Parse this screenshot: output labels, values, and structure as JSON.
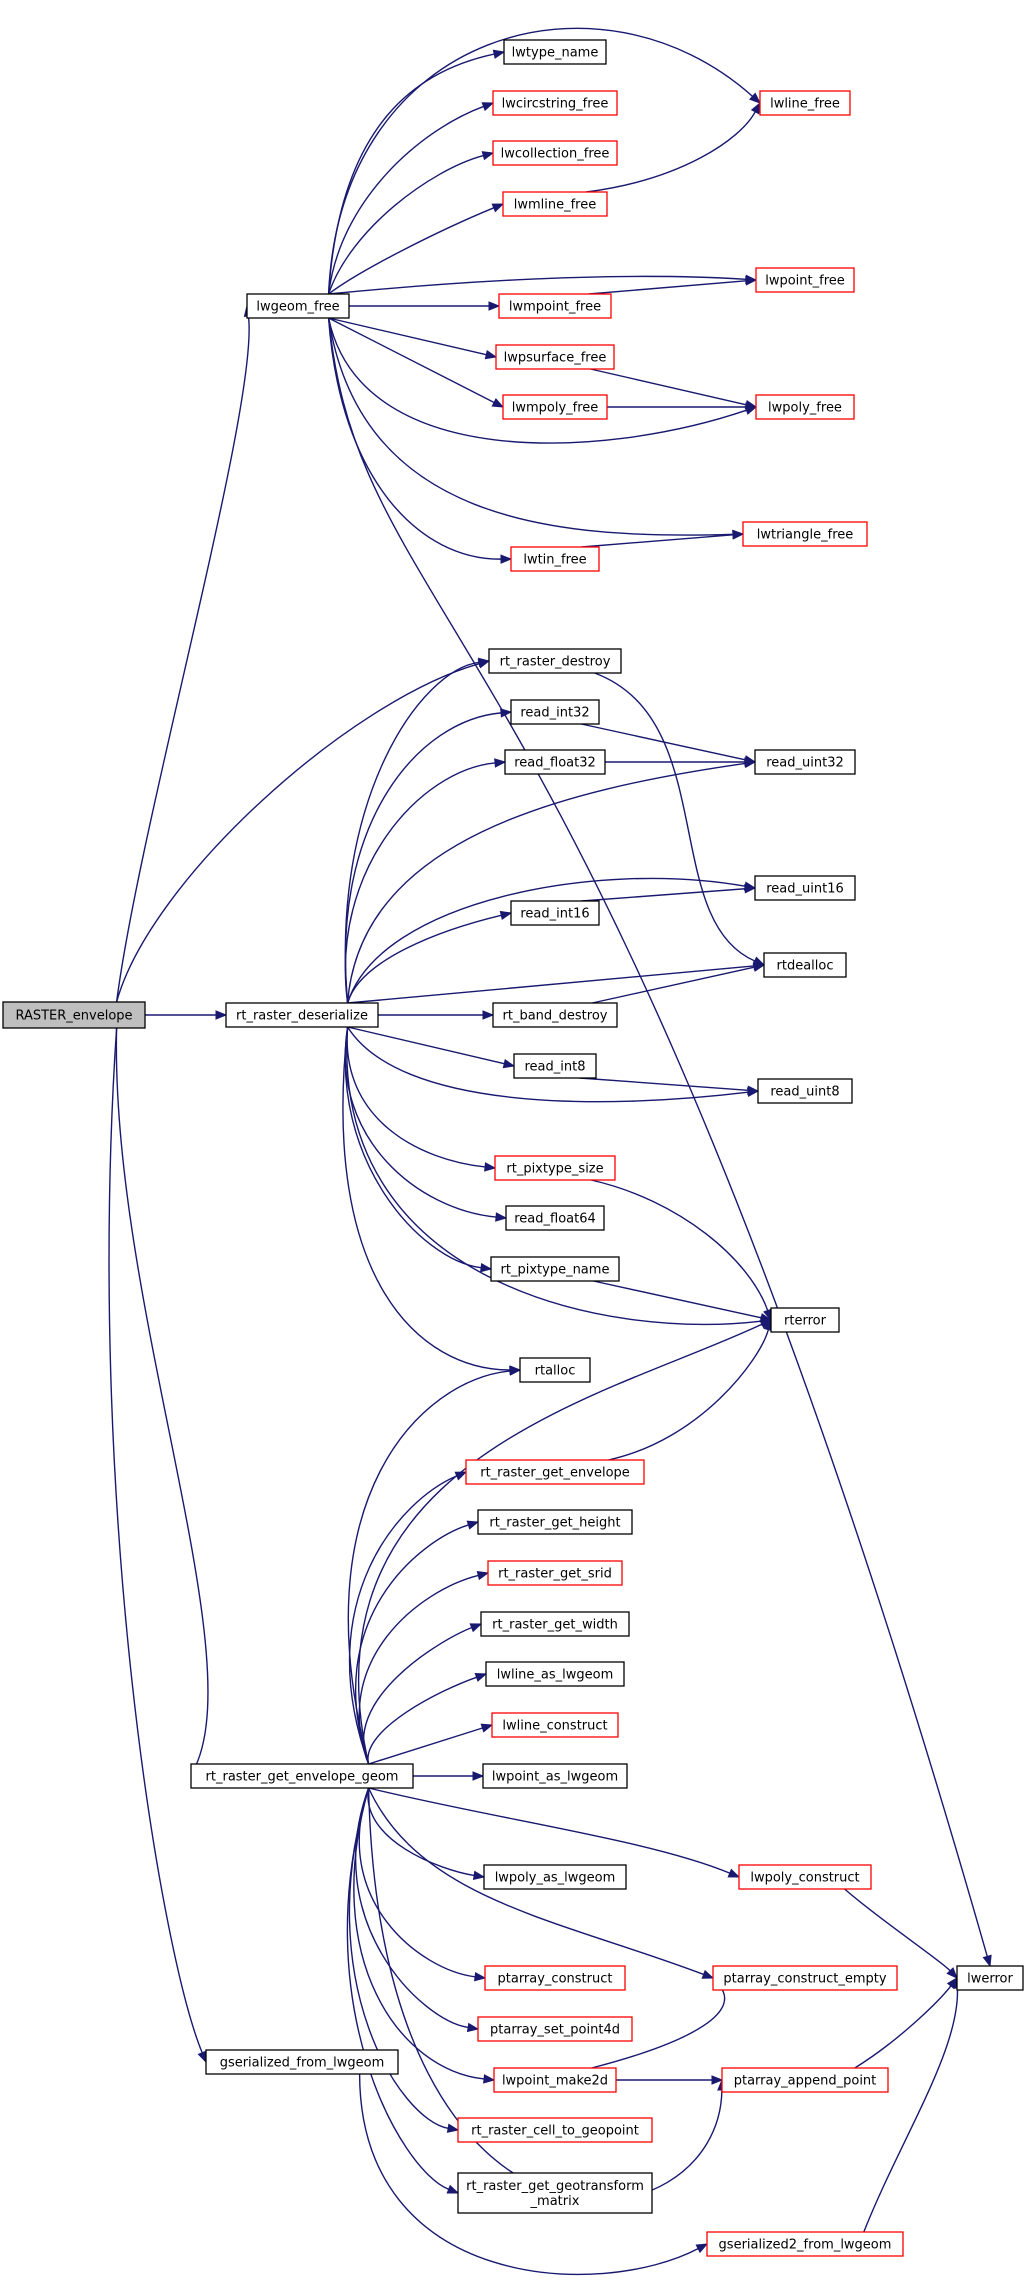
{
  "graph": {
    "nodes": {
      "RASTER_envelope": {
        "label": "RASTER_envelope",
        "style": "root"
      },
      "rt_raster_deserialize": {
        "label": "rt_raster_deserialize",
        "style": "black"
      },
      "rt_raster_get_envelope_geom": {
        "label": "rt_raster_get_envelope_geom",
        "style": "black"
      },
      "gserialized_from_lwgeom": {
        "label": "gserialized_from_lwgeom",
        "style": "black"
      },
      "lwgeom_free": {
        "label": "lwgeom_free",
        "style": "black"
      },
      "lwtype_name": {
        "label": "lwtype_name",
        "style": "black"
      },
      "lwcircstring_free": {
        "label": "lwcircstring_free",
        "style": "red"
      },
      "lwcollection_free": {
        "label": "lwcollection_free",
        "style": "red"
      },
      "lwmline_free": {
        "label": "lwmline_free",
        "style": "red"
      },
      "lwmpoint_free": {
        "label": "lwmpoint_free",
        "style": "red"
      },
      "lwpsurface_free": {
        "label": "lwpsurface_free",
        "style": "red"
      },
      "lwmpoly_free": {
        "label": "lwmpoly_free",
        "style": "red"
      },
      "lwtin_free": {
        "label": "lwtin_free",
        "style": "red"
      },
      "lwline_free": {
        "label": "lwline_free",
        "style": "red"
      },
      "lwpoint_free": {
        "label": "lwpoint_free",
        "style": "red"
      },
      "lwpoly_free": {
        "label": "lwpoly_free",
        "style": "red"
      },
      "lwtriangle_free": {
        "label": "lwtriangle_free",
        "style": "red"
      },
      "rt_raster_destroy": {
        "label": "rt_raster_destroy",
        "style": "black"
      },
      "read_int32": {
        "label": "read_int32",
        "style": "black"
      },
      "read_float32": {
        "label": "read_float32",
        "style": "black"
      },
      "read_uint32": {
        "label": "read_uint32",
        "style": "black"
      },
      "read_uint16": {
        "label": "read_uint16",
        "style": "black"
      },
      "read_int16": {
        "label": "read_int16",
        "style": "black"
      },
      "rtdealloc": {
        "label": "rtdealloc",
        "style": "black"
      },
      "rt_band_destroy": {
        "label": "rt_band_destroy",
        "style": "black"
      },
      "read_int8": {
        "label": "read_int8",
        "style": "black"
      },
      "read_uint8": {
        "label": "read_uint8",
        "style": "black"
      },
      "rt_pixtype_size": {
        "label": "rt_pixtype_size",
        "style": "red"
      },
      "read_float64": {
        "label": "read_float64",
        "style": "black"
      },
      "rt_pixtype_name": {
        "label": "rt_pixtype_name",
        "style": "black"
      },
      "rterror": {
        "label": "rterror",
        "style": "black"
      },
      "rtalloc": {
        "label": "rtalloc",
        "style": "black"
      },
      "rt_raster_get_envelope": {
        "label": "rt_raster_get_envelope",
        "style": "red"
      },
      "rt_raster_get_height": {
        "label": "rt_raster_get_height",
        "style": "black"
      },
      "rt_raster_get_srid": {
        "label": "rt_raster_get_srid",
        "style": "red"
      },
      "rt_raster_get_width": {
        "label": "rt_raster_get_width",
        "style": "black"
      },
      "lwline_as_lwgeom": {
        "label": "lwline_as_lwgeom",
        "style": "black"
      },
      "lwline_construct": {
        "label": "lwline_construct",
        "style": "red"
      },
      "lwpoint_as_lwgeom": {
        "label": "lwpoint_as_lwgeom",
        "style": "black"
      },
      "lwpoly_as_lwgeom": {
        "label": "lwpoly_as_lwgeom",
        "style": "black"
      },
      "lwpoly_construct": {
        "label": "lwpoly_construct",
        "style": "red"
      },
      "ptarray_construct": {
        "label": "ptarray_construct",
        "style": "red"
      },
      "ptarray_construct_empty": {
        "label": "ptarray_construct_empty",
        "style": "red"
      },
      "ptarray_set_point4d": {
        "label": "ptarray_set_point4d",
        "style": "red"
      },
      "lwpoint_make2d": {
        "label": "lwpoint_make2d",
        "style": "red"
      },
      "ptarray_append_point": {
        "label": "ptarray_append_point",
        "style": "red"
      },
      "rt_raster_cell_to_geopoint": {
        "label": "rt_raster_cell_to_geopoint",
        "style": "red"
      },
      "rt_raster_get_geotransform_matrix": {
        "label": "rt_raster_get_geotransform\n_matrix",
        "style": "black"
      },
      "gserialized2_from_lwgeom": {
        "label": "gserialized2_from_lwgeom",
        "style": "red"
      },
      "lwerror": {
        "label": "lwerror",
        "style": "black"
      }
    },
    "edges": [
      [
        "RASTER_envelope",
        "lwgeom_free"
      ],
      [
        "RASTER_envelope",
        "rt_raster_destroy"
      ],
      [
        "RASTER_envelope",
        "rt_raster_deserialize"
      ],
      [
        "RASTER_envelope",
        "rt_raster_get_envelope_geom"
      ],
      [
        "RASTER_envelope",
        "gserialized_from_lwgeom"
      ],
      [
        "lwgeom_free",
        "lwtype_name"
      ],
      [
        "lwgeom_free",
        "lwcircstring_free"
      ],
      [
        "lwgeom_free",
        "lwcollection_free"
      ],
      [
        "lwgeom_free",
        "lwmline_free"
      ],
      [
        "lwgeom_free",
        "lwline_free"
      ],
      [
        "lwgeom_free",
        "lwpoint_free"
      ],
      [
        "lwgeom_free",
        "lwmpoint_free"
      ],
      [
        "lwgeom_free",
        "lwpsurface_free"
      ],
      [
        "lwgeom_free",
        "lwmpoly_free"
      ],
      [
        "lwgeom_free",
        "lwpoly_free"
      ],
      [
        "lwgeom_free",
        "lwtriangle_free"
      ],
      [
        "lwgeom_free",
        "lwtin_free"
      ],
      [
        "lwgeom_free",
        "lwerror"
      ],
      [
        "lwmline_free",
        "lwline_free"
      ],
      [
        "lwmpoint_free",
        "lwpoint_free"
      ],
      [
        "lwpsurface_free",
        "lwpoly_free"
      ],
      [
        "lwmpoly_free",
        "lwpoly_free"
      ],
      [
        "lwtin_free",
        "lwtriangle_free"
      ],
      [
        "rt_raster_deserialize",
        "rt_raster_destroy"
      ],
      [
        "rt_raster_deserialize",
        "read_int32"
      ],
      [
        "rt_raster_deserialize",
        "read_float32"
      ],
      [
        "rt_raster_deserialize",
        "read_uint32"
      ],
      [
        "rt_raster_deserialize",
        "read_uint16"
      ],
      [
        "rt_raster_deserialize",
        "read_int16"
      ],
      [
        "rt_raster_deserialize",
        "rtdealloc"
      ],
      [
        "rt_raster_deserialize",
        "rt_band_destroy"
      ],
      [
        "rt_raster_deserialize",
        "read_int8"
      ],
      [
        "rt_raster_deserialize",
        "read_uint8"
      ],
      [
        "rt_raster_deserialize",
        "rt_pixtype_size"
      ],
      [
        "rt_raster_deserialize",
        "read_float64"
      ],
      [
        "rt_raster_deserialize",
        "rt_pixtype_name"
      ],
      [
        "rt_raster_deserialize",
        "rterror"
      ],
      [
        "rt_raster_deserialize",
        "rtalloc"
      ],
      [
        "rt_raster_destroy",
        "rtdealloc"
      ],
      [
        "read_int32",
        "read_uint32"
      ],
      [
        "read_float32",
        "read_uint32"
      ],
      [
        "read_int16",
        "read_uint16"
      ],
      [
        "rt_band_destroy",
        "rtdealloc"
      ],
      [
        "read_int8",
        "read_uint8"
      ],
      [
        "rt_pixtype_size",
        "rterror"
      ],
      [
        "rt_pixtype_name",
        "rterror"
      ],
      [
        "rt_raster_get_envelope_geom",
        "rtalloc"
      ],
      [
        "rt_raster_get_envelope_geom",
        "rterror"
      ],
      [
        "rt_raster_get_envelope_geom",
        "rt_raster_get_envelope"
      ],
      [
        "rt_raster_get_envelope_geom",
        "rt_raster_get_height"
      ],
      [
        "rt_raster_get_envelope_geom",
        "rt_raster_get_srid"
      ],
      [
        "rt_raster_get_envelope_geom",
        "rt_raster_get_width"
      ],
      [
        "rt_raster_get_envelope_geom",
        "lwline_as_lwgeom"
      ],
      [
        "rt_raster_get_envelope_geom",
        "lwline_construct"
      ],
      [
        "rt_raster_get_envelope_geom",
        "lwpoint_as_lwgeom"
      ],
      [
        "rt_raster_get_envelope_geom",
        "lwpoly_as_lwgeom"
      ],
      [
        "rt_raster_get_envelope_geom",
        "lwpoly_construct"
      ],
      [
        "rt_raster_get_envelope_geom",
        "ptarray_construct"
      ],
      [
        "rt_raster_get_envelope_geom",
        "ptarray_construct_empty"
      ],
      [
        "rt_raster_get_envelope_geom",
        "ptarray_set_point4d"
      ],
      [
        "rt_raster_get_envelope_geom",
        "lwpoint_make2d"
      ],
      [
        "rt_raster_get_envelope_geom",
        "ptarray_append_point"
      ],
      [
        "rt_raster_get_envelope_geom",
        "rt_raster_cell_to_geopoint"
      ],
      [
        "rt_raster_get_envelope_geom",
        "rt_raster_get_geotransform_matrix"
      ],
      [
        "rt_raster_get_envelope",
        "rterror"
      ],
      [
        "lwpoly_construct",
        "lwerror"
      ],
      [
        "lwpoint_make2d",
        "ptarray_construct_empty"
      ],
      [
        "lwpoint_make2d",
        "ptarray_append_point"
      ],
      [
        "ptarray_append_point",
        "lwerror"
      ],
      [
        "gserialized_from_lwgeom",
        "gserialized2_from_lwgeom"
      ],
      [
        "gserialized2_from_lwgeom",
        "lwerror"
      ]
    ]
  },
  "colors": {
    "edge": "#191970",
    "red_border": "#ff0000",
    "black_border": "#000000",
    "root_fill": "#bfbfbf"
  }
}
